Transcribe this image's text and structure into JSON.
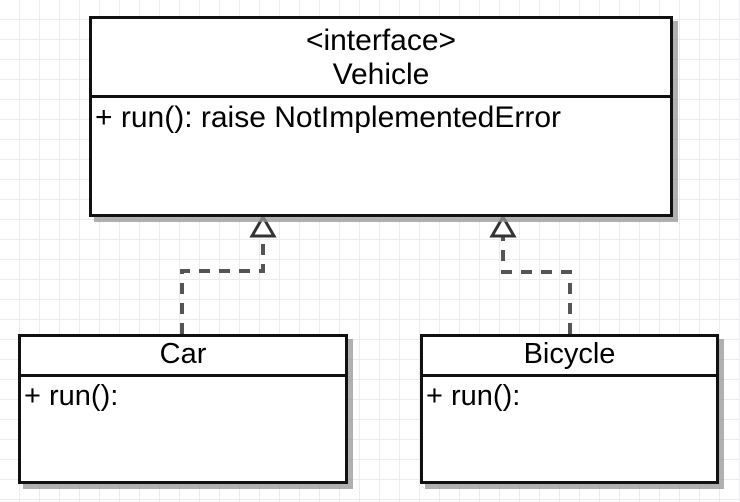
{
  "diagram": {
    "title": "UML class diagram",
    "background": {
      "grid": "20px square grid",
      "grid_color": "#eceaf6",
      "page_color": "#ffffff"
    },
    "colors": {
      "stroke": "#111111",
      "fill": "#ffffff",
      "shadow": "#969696",
      "connector": "#555555"
    },
    "classes": [
      {
        "id": "vehicle",
        "stereotype": "<interface>",
        "name": "Vehicle",
        "header_text": "<interface>\nVehicle",
        "members": [
          "+ run(): raise NotImplementedError"
        ]
      },
      {
        "id": "car",
        "stereotype": "",
        "name": "Car",
        "header_text": "Car",
        "members": [
          "+ run():"
        ]
      },
      {
        "id": "bicycle",
        "stereotype": "",
        "name": "Bicycle",
        "header_text": "Bicycle",
        "members": [
          "+ run():"
        ]
      }
    ],
    "relationships": [
      {
        "id": "car-implements-vehicle",
        "type": "realization",
        "source": "Car",
        "target": "Vehicle",
        "line_style": "dashed",
        "arrowhead": "hollow-triangle"
      },
      {
        "id": "bicycle-implements-vehicle",
        "type": "realization",
        "source": "Bicycle",
        "target": "Vehicle",
        "line_style": "dashed",
        "arrowhead": "hollow-triangle"
      }
    ]
  }
}
